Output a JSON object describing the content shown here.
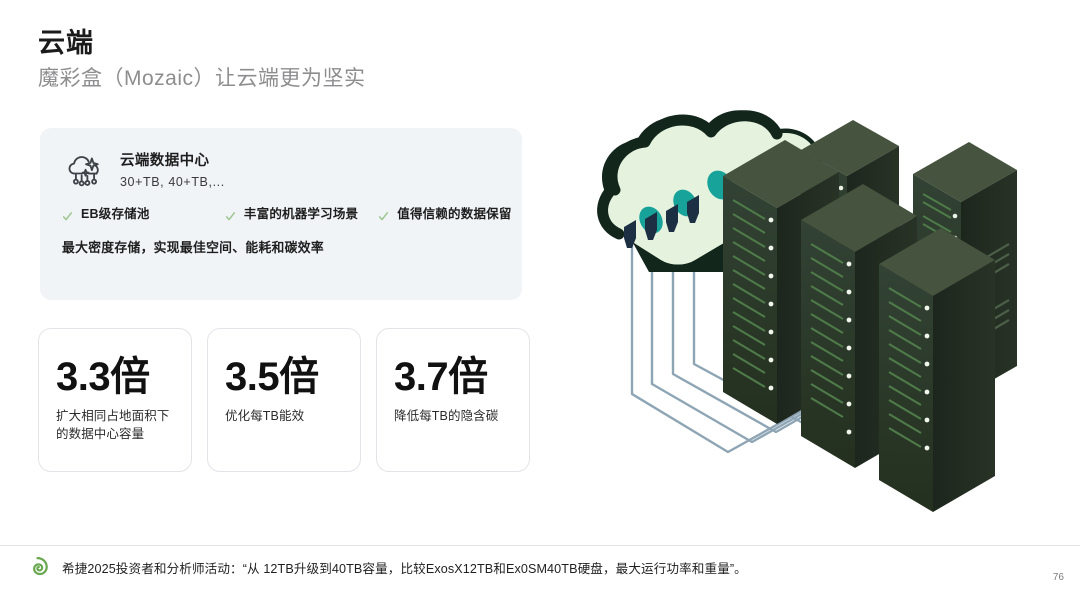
{
  "header": {
    "title": "云端",
    "subtitle": "魔彩盒（Mozaic）让云端更为坚实"
  },
  "info_panel": {
    "icon": "cloud-ai-icon",
    "title": "云端数据中心",
    "subtitle": "30+TB, 40+TB,...",
    "bullets": [
      {
        "icon": "check-icon",
        "label": "EB级存储池"
      },
      {
        "icon": "check-icon",
        "label": "丰富的机器学习场景"
      },
      {
        "icon": "check-icon",
        "label": "值得信赖的数据保留"
      }
    ],
    "footnote": "最大密度存储，实现最佳空间、能耗和碳效率",
    "background_color": "#f1f4f7",
    "check_color": "#9cc68f"
  },
  "stats": [
    {
      "value": "3.3倍",
      "description": "扩大相同占地面积下的数据中心容量"
    },
    {
      "value": "3.5倍",
      "description": "优化每TB能效"
    },
    {
      "value": "3.7倍",
      "description": "降低每TB的隐含碳"
    }
  ],
  "illustration": {
    "name": "cloud-to-server-racks-illustration",
    "cloud_fill": "#e4f2de",
    "cloud_outline": "#12261c",
    "cloud_dot_color": "#17a39a",
    "cloud_dot_count": 3,
    "server_rack_count": 5,
    "server_color": "#2d3c31",
    "server_dark_color": "#1b251d",
    "cable_color": "#8ea5b5",
    "connector_color": "#1d2f42",
    "cable_count": 4
  },
  "footer": {
    "logo": "seagate-spiral-logo",
    "logo_color": "#6aa84f",
    "text": "希捷2025投资者和分析师活动：“从 12TB升级到40TB容量，比较ExosX12TB和Ex0SM40TB硬盘，最大运行功率和重量”。",
    "page_number": "76"
  }
}
